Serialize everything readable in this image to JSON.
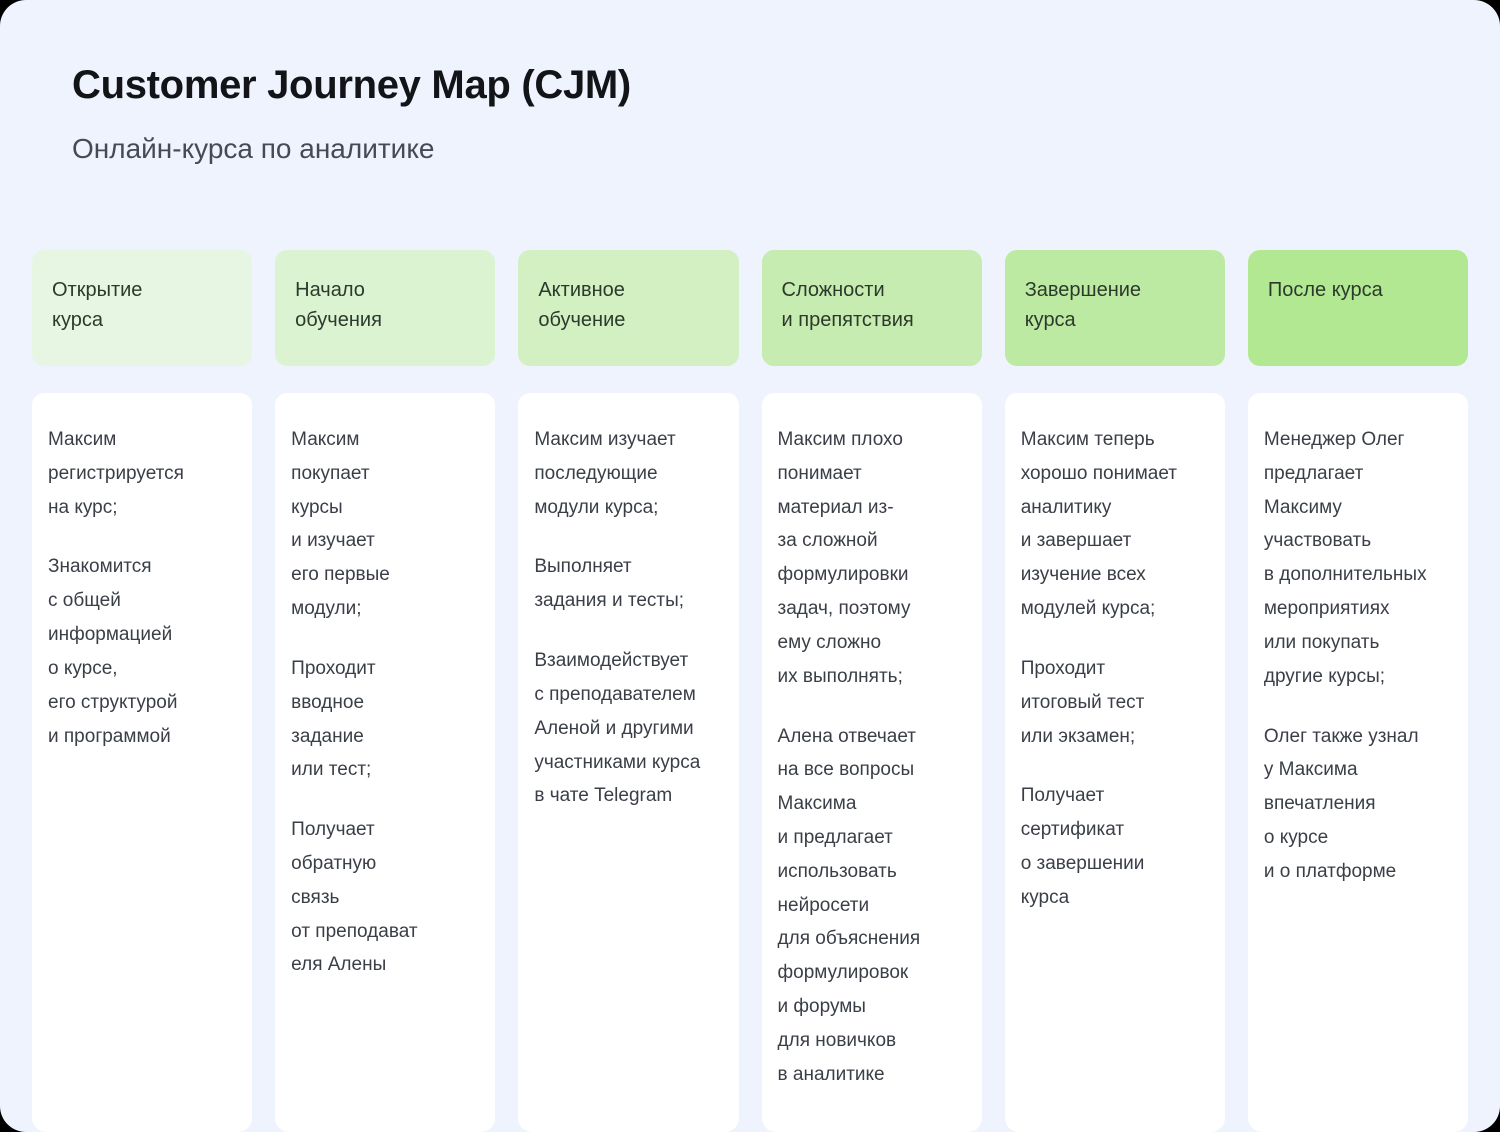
{
  "header": {
    "title": "Customer Journey Map (CJM)",
    "subtitle": "Онлайн-курса по аналитике"
  },
  "theme": {
    "page_background": "#eff3fd",
    "card_background": "#ffffff",
    "title_color": "#121417",
    "subtitle_color": "#454b54",
    "body_text_color": "#3a3f47",
    "stage_text_color": "#2c3a2c",
    "stage_colors": [
      "#e6f6e2",
      "#dcf3d2",
      "#d2f0c2",
      "#c7ecb1",
      "#bdeaa2",
      "#b2e892"
    ]
  },
  "stages": [
    {
      "label": "Открытие\nкурса",
      "color": "#e6f6e2",
      "blocks": [
        "Максим\nрегистрируется\nна курс;",
        "Знакомится\nс общей\nинформацией\nо курсе,\nего структурой\nи программой"
      ]
    },
    {
      "label": "Начало\nобучения",
      "color": "#dcf3d2",
      "blocks": [
        "Максим\nпокупает\nкурсы\nи изучает\nего первые\nмодули;",
        "Проходит\nвводное\nзадание\nили тест;",
        "Получает\nобратную\nсвязь\nот преподават\nеля Алены"
      ]
    },
    {
      "label": "Активное\nобучение",
      "color": "#d2f0c2",
      "blocks": [
        "Максим изучает\nпоследующие\nмодули курса;",
        "Выполняет\nзадания и тесты;",
        "Взаимодействует\nс преподавателем\nАленой и другими\nучастниками курса\nв чате Telegram"
      ]
    },
    {
      "label": "Сложности\nи препятствия",
      "color": "#c7ecb1",
      "blocks": [
        "Максим плохо\nпонимает\nматериал из-\nза сложной\nформулировки\nзадач, поэтому\nему сложно\nих выполнять;",
        "Алена отвечает\nна все вопросы\nМаксима\nи предлагает\nиспользовать\nнейросети\nдля объяснения\nформулировок\nи форумы\nдля новичков\nв аналитике"
      ]
    },
    {
      "label": "Завершение\nкурса",
      "color": "#bdeaa2",
      "blocks": [
        "Максим теперь\nхорошо понимает\nаналитику\nи завершает\nизучение всех\nмодулей курса;",
        "Проходит\nитоговый тест\nили экзамен;",
        "Получает\nсертификат\nо завершении\nкурса"
      ]
    },
    {
      "label": "После курса",
      "color": "#b2e892",
      "blocks": [
        "Менеджер Олег\nпредлагает\nМаксиму\nучаствовать\nв дополнительных\nмероприятиях\nили покупать\nдругие курсы;",
        "Олег также узнал\nу Максима\nвпечатления\nо курсе\nи о платформе"
      ]
    }
  ]
}
